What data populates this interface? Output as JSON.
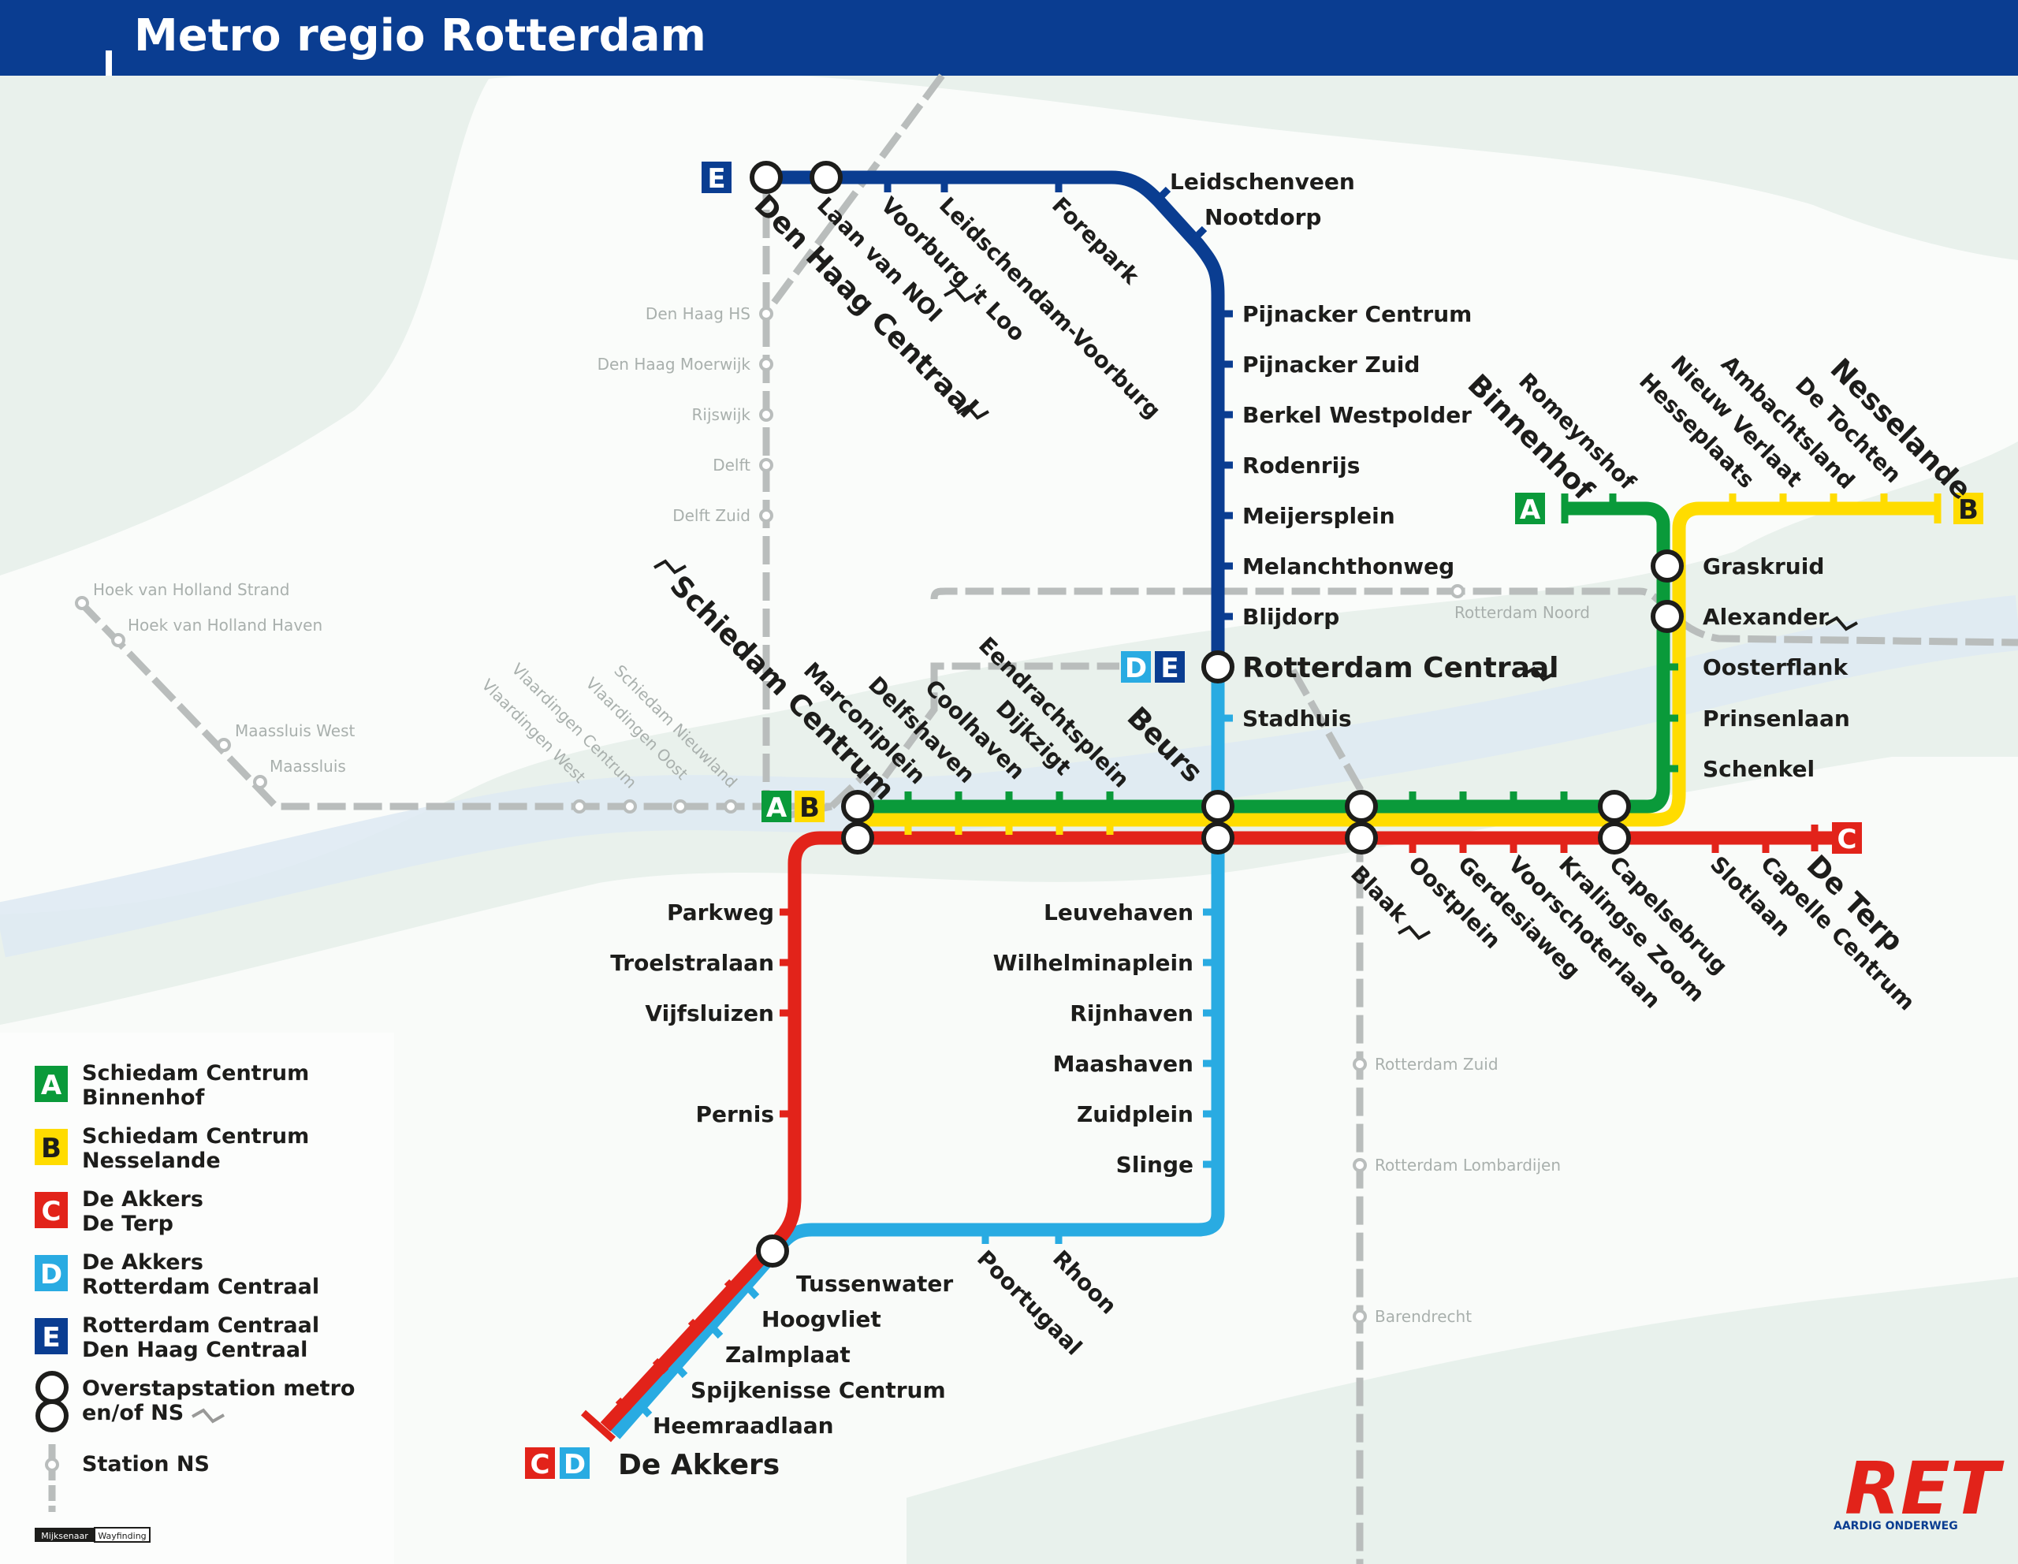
{
  "title": "Metro regio Rotterdam",
  "colors": {
    "header": "#0a3d91",
    "A": "#0a9a3a",
    "B": "#ffdc00",
    "C": "#e2231a",
    "D": "#29abe2",
    "E": "#0a3d91",
    "ns": "#b9bdbc",
    "ret": "#e2231a"
  },
  "lines": {
    "A": {
      "letter": "A"
    },
    "B": {
      "letter": "B"
    },
    "C": {
      "letter": "C"
    },
    "D": {
      "letter": "D"
    },
    "E": {
      "letter": "E"
    }
  },
  "stations": {
    "leidschenveen": "Leidschenveen",
    "nootdorp": "Nootdorp",
    "forepark": "Forepark",
    "leidschendam_voorburg": "Leidschendam-Voorburg",
    "voorburg_t_loo": "Voorburg 't Loo",
    "laan_van_noi": "Laan van NOI",
    "den_haag_centraal": "Den Haag Centraal",
    "pijnacker_centrum": "Pijnacker Centrum",
    "pijnacker_zuid": "Pijnacker Zuid",
    "berkel_westpolder": "Berkel Westpolder",
    "rodenrijs": "Rodenrijs",
    "meijersplein": "Meijersplein",
    "melanchthonweg": "Melanchthonweg",
    "blijdorp": "Blijdorp",
    "rotterdam_centraal": "Rotterdam Centraal",
    "stadhuis": "Stadhuis",
    "beurs": "Beurs",
    "eendrachtsplein": "Eendrachtsplein",
    "dijkzigt": "Dijkzigt",
    "coolhaven": "Coolhaven",
    "delfshaven": "Delfshaven",
    "marconiplein": "Marconiplein",
    "schiedam_centrum": "Schiedam Centrum",
    "binnenhof": "Binnenhof",
    "romeynshof": "Romeynshof",
    "hesseplaats": "Hesseplaats",
    "nieuw_verlaat": "Nieuw Verlaat",
    "ambachtsland": "Ambachtsland",
    "de_tochten": "De Tochten",
    "nesselande": "Nesselande",
    "graskruid": "Graskruid",
    "alexander": "Alexander",
    "oosterflank": "Oosterflank",
    "prinsenlaan": "Prinsenlaan",
    "schenkel": "Schenkel",
    "blaak": "Blaak",
    "oostplein": "Oostplein",
    "gerdesiaweg": "Gerdesiaweg",
    "voorschoterlaan": "Voorschoterlaan",
    "kralingse_zoom": "Kralingse Zoom",
    "capelsebrug": "Capelsebrug",
    "slotlaan": "Slotlaan",
    "capelle_centrum": "Capelle Centrum",
    "de_terp": "De Terp",
    "parkweg": "Parkweg",
    "troelstralaan": "Troelstralaan",
    "vijfsluizen": "Vijfsluizen",
    "pernis": "Pernis",
    "leuvehaven": "Leuvehaven",
    "wilhelminaplein": "Wilhelminaplein",
    "rijnhaven": "Rijnhaven",
    "maashaven": "Maashaven",
    "zuidplein": "Zuidplein",
    "slinge": "Slinge",
    "rhoon": "Rhoon",
    "poortugaal": "Poortugaal",
    "tussenwater": "Tussenwater",
    "hoogvliet": "Hoogvliet",
    "zalmplaat": "Zalmplaat",
    "spijkenisse_centrum": "Spijkenisse Centrum",
    "heemraadlaan": "Heemraadlaan",
    "de_akkers": "De Akkers"
  },
  "ns_stations": {
    "den_haag_hs": "Den Haag HS",
    "den_haag_moerwijk": "Den Haag Moerwijk",
    "rijswijk": "Rijswijk",
    "delft": "Delft",
    "delft_zuid": "Delft Zuid",
    "hoek_strand": "Hoek van Holland Strand",
    "hoek_haven": "Hoek van Holland Haven",
    "maassluis_west": "Maassluis West",
    "maassluis": "Maassluis",
    "vlaardingen_west": "Vlaardingen West",
    "vlaardingen_centrum": "Vlaardingen Centrum",
    "vlaardingen_oost": "Vlaardingen Oost",
    "schiedam_nieuwland": "Schiedam Nieuwland",
    "rotterdam_noord": "Rotterdam Noord",
    "rotterdam_zuid": "Rotterdam Zuid",
    "rotterdam_lombardijen": "Rotterdam Lombardijen",
    "barendrecht": "Barendrecht"
  },
  "ns_icon": "ns-train-icon",
  "legend": {
    "A": {
      "line1": "Schiedam Centrum",
      "line2": "Binnenhof"
    },
    "B": {
      "line1": "Schiedam Centrum",
      "line2": "Nesselande"
    },
    "C": {
      "line1": "De Akkers",
      "line2": "De Terp"
    },
    "D": {
      "line1": "De Akkers",
      "line2": "Rotterdam Centraal"
    },
    "E": {
      "line1": "Rotterdam Centraal",
      "line2": "Den Haag Centraal"
    },
    "transfer": {
      "line1": "Overstapstation metro",
      "line2": "en/of NS"
    },
    "ns": {
      "line1": "Station NS"
    }
  },
  "credits": {
    "mijksenaar": "Mijksenaar",
    "wayfinding": "Wayfinding"
  },
  "logo": {
    "name": "RET",
    "tagline": "AARDIG ONDERWEG"
  }
}
